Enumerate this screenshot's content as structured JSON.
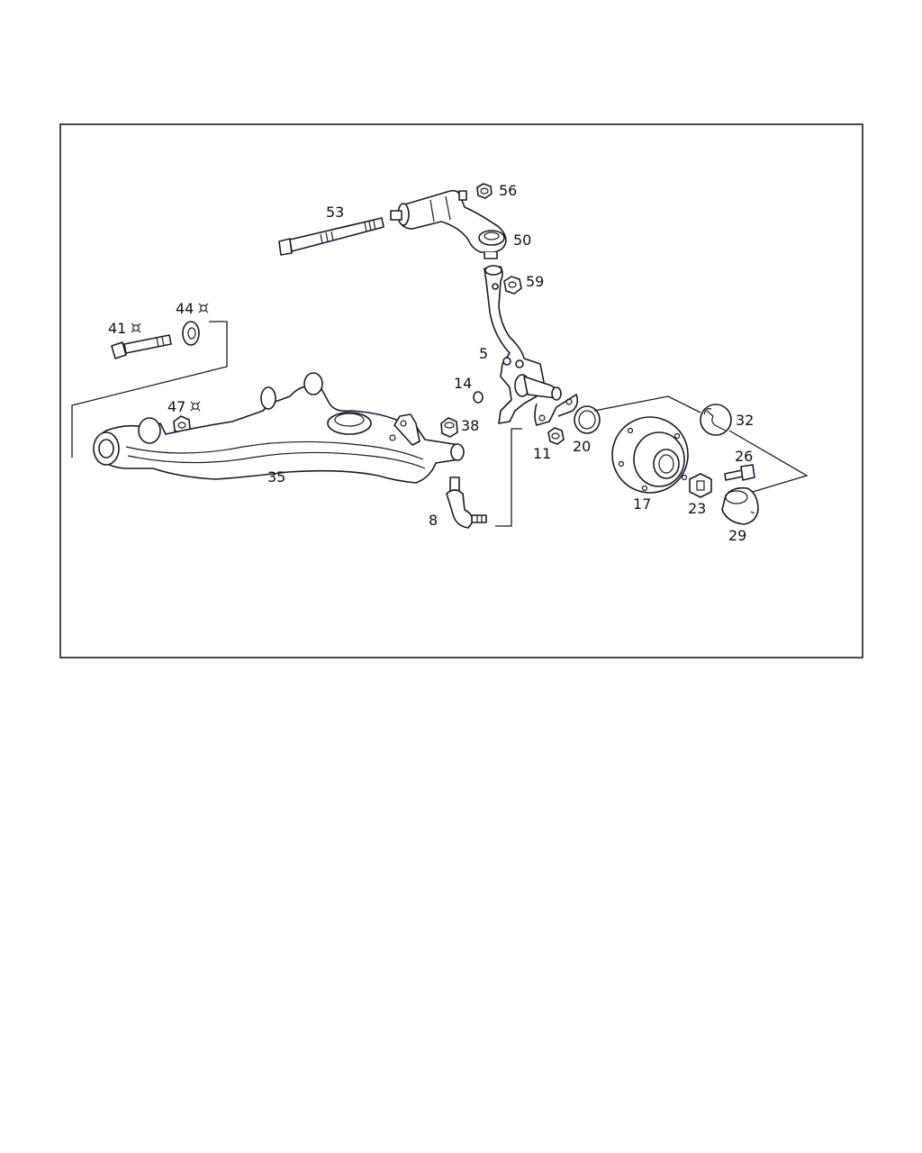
{
  "callouts": {
    "p53": "53",
    "p56": "56",
    "p50": "50",
    "p59": "59",
    "p44": "44",
    "p41": "41",
    "p5": "5",
    "p14": "14",
    "p47": "47",
    "p38": "38",
    "p32": "32",
    "p11": "11",
    "p20": "20",
    "p26": "26",
    "p35": "35",
    "p17": "17",
    "p23": "23",
    "p8": "8",
    "p29": "29"
  },
  "colors": {
    "line": "#1a1a2e",
    "background": "#ffffff"
  },
  "icons": {
    "flagged_part_mark": "lozenge-star-icon",
    "tool": "wrench-icon"
  }
}
